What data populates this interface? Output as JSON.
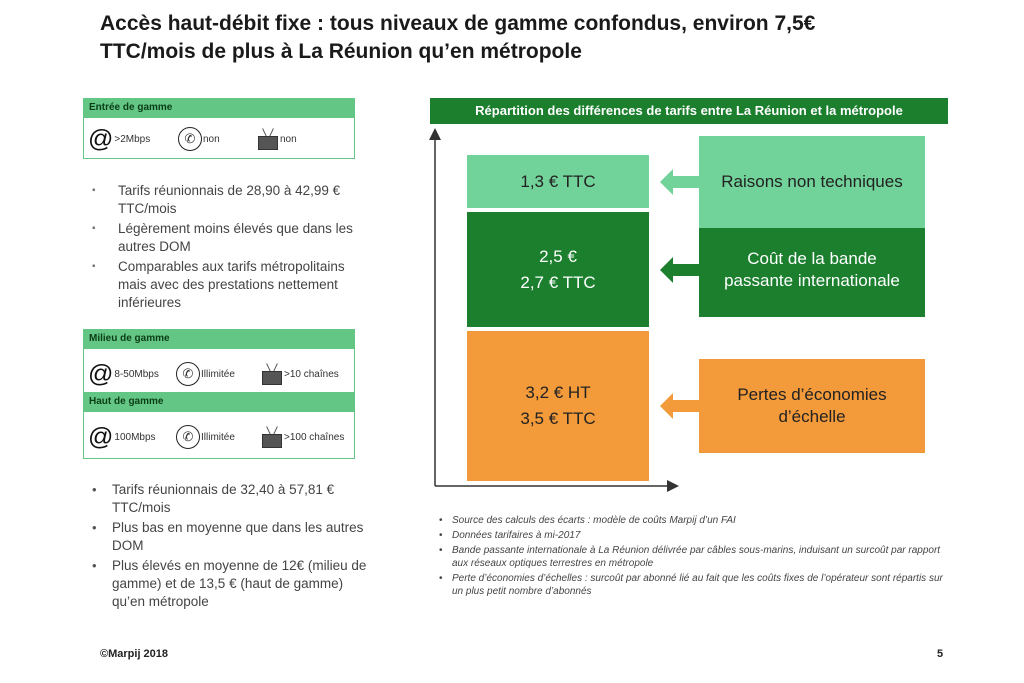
{
  "title_line1": "Accès haut-débit fixe : tous niveaux de gamme confondus, environ 7,5€",
  "title_line2": "TTC/mois de plus à La Réunion qu’en métropole",
  "tiers": {
    "entry": {
      "label": "Entrée de gamme",
      "speed": ">2Mbps",
      "phone": "non",
      "tv": "non"
    },
    "mid": {
      "label": "Milieu de gamme",
      "speed": "8-50Mbps",
      "phone": "Illimitée",
      "tv": ">10 chaînes"
    },
    "high": {
      "label": "Haut de gamme",
      "speed": "100Mbps",
      "phone": "Illimitée",
      "tv": ">100 chaînes"
    }
  },
  "bullets_entry": [
    "Tarifs réunionnais de 28,90 à 42,99 € TTC/mois",
    "Légèrement moins élevés que dans les autres DOM",
    "Comparables aux tarifs métropolitains mais avec des prestations nettement inférieures"
  ],
  "bullets_upper": [
    "Tarifs réunionnais de 32,40 à 57,81 € TTC/mois",
    "Plus bas en moyenne que dans les autres DOM",
    "Plus élevés en moyenne de 12€ (milieu de gamme) et de 13,5 € (haut de gamme) qu’en métropole"
  ],
  "chart_data": {
    "type": "bar",
    "title": "Répartition des différences de tarifs entre La Réunion et la métropole",
    "stacked": true,
    "unit": "€ TTC/mois",
    "series": [
      {
        "name": "Pertes d’économies d’échelle",
        "label_lines": [
          "3,2 € HT",
          "3,5 € TTC"
        ],
        "ht": 3.2,
        "ttc": 3.5,
        "color": "#f39a3a",
        "cause_lines": [
          "Pertes d’économies",
          "d’échelle"
        ]
      },
      {
        "name": "Coût de la bande passante internationale",
        "label_lines": [
          "2,5 €",
          "2,7 € TTC"
        ],
        "ht": 2.5,
        "ttc": 2.7,
        "color": "#1b7f2e",
        "cause_lines": [
          "Coût de la bande",
          "passante internationale"
        ]
      },
      {
        "name": "Raisons non techniques",
        "label_lines": [
          "1,3 € TTC"
        ],
        "ttc": 1.3,
        "color": "#72d39a",
        "cause_lines": [
          "Raisons non techniques"
        ]
      }
    ]
  },
  "notes": [
    "Source des calculs des écarts : modèle de coûts Marpij d’un FAI",
    "Données tarifaires à mi-2017",
    "Bande passante internationale à La Réunion délivrée par câbles sous-marins, induisant un surcoût par rapport aux réseaux optiques terrestres en métropole",
    "Perte d’économies d’échelles : surcoût par abonné lié au fait que les coûts fixes de l’opérateur sont répartis sur un plus petit nombre d’abonnés"
  ],
  "footer": {
    "copyright": "©Marpij 2018",
    "page": "5"
  },
  "colors": {
    "header_green": "#63c685",
    "dark_green": "#1b7f2e",
    "light_green": "#72d39a",
    "orange": "#f39a3a"
  }
}
